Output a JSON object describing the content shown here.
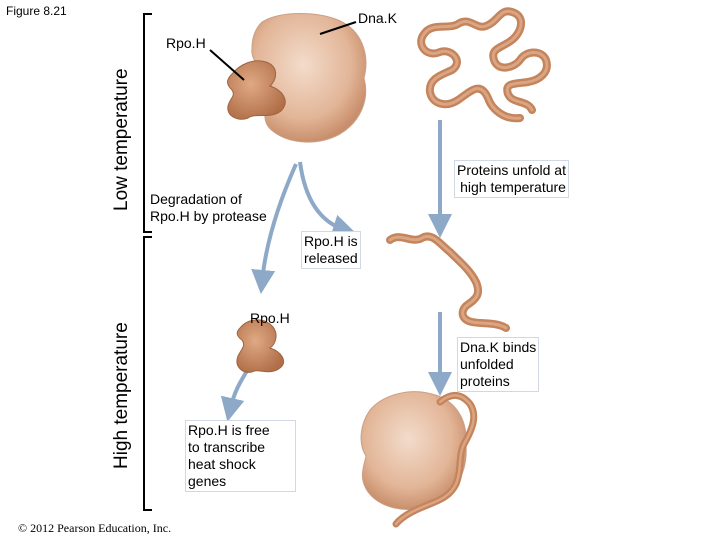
{
  "figure_label": "Figure 8.21",
  "sections": {
    "low": "Low temperature",
    "high": "High temperature"
  },
  "labels": {
    "rpoh_top": "Rpo.H",
    "dnak_top": "Dna.K",
    "degradation": [
      "Degradation of",
      "Rpo.H by protease"
    ],
    "unfold": [
      "Proteins unfold at",
      "high temperature"
    ],
    "released": [
      "Rpo.H is",
      "released"
    ],
    "rpoh_mid": "Rpo.H",
    "dnak_binds": [
      "Dna.K binds",
      "unfolded",
      "proteins"
    ],
    "free": [
      "Rpo.H is free",
      "to transcribe",
      "heat shock",
      "genes"
    ]
  },
  "copyright": "© 2012 Pearson Education, Inc.",
  "colors": {
    "protein": "#d9a07c",
    "protein_edge": "#b97a55",
    "rpoh": "#c9875e",
    "strand": "#c4845c",
    "arrow": "#8ea9c8"
  }
}
